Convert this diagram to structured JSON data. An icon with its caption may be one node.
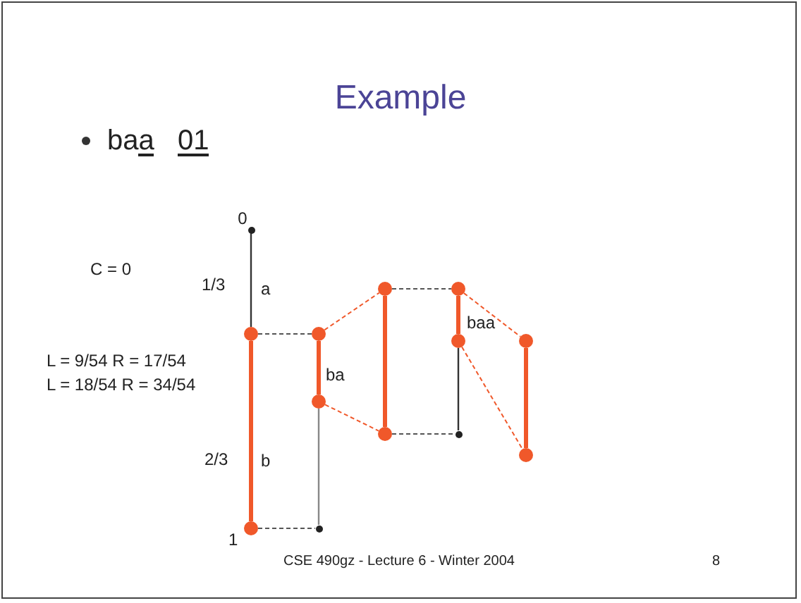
{
  "diagram": {
    "title": "Example",
    "nodes": [
      {
        "text": [],
        "shape": "circle"
      },
      {
        "text": [],
        "shape": "circle"
      },
      {
        "text": [],
        "shape": "circle"
      },
      {
        "text": [],
        "shape": "circle"
      },
      {
        "text": [],
        "shape": "circle"
      },
      {
        "text": [],
        "shape": "circle"
      },
      {
        "text": [],
        "shape": "circle"
      },
      {
        "text": [],
        "shape": "circle"
      },
      {
        "text": [],
        "shape": "circle"
      },
      {
        "text": [],
        "shape": "circle"
      },
      {
        "text": [],
        "shape": "circle"
      },
      {
        "text": [],
        "shape": "circle"
      },
      {
        "text": [],
        "shape": "circle"
      }
    ],
    "edges": [
      {
        "from": 0,
        "to": 1,
        "arrow": "none",
        "color": "#333333"
      },
      {
        "from": 1,
        "to": 2,
        "arrow": "none",
        "style": "thick"
      },
      {
        "from": 1,
        "to": 3,
        "arrow": "none",
        "style": "dashed",
        "color": "#555555"
      },
      {
        "from": 2,
        "to": 5,
        "arrow": "none",
        "style": "dashed",
        "color": "#555555"
      },
      {
        "from": 3,
        "to": 4,
        "arrow": "none",
        "style": "thick"
      },
      {
        "from": 4,
        "to": 5,
        "arrow": "none",
        "color": "#888888"
      },
      {
        "from": 3,
        "to": 6,
        "arrow": "none",
        "style": "dashed"
      },
      {
        "from": 4,
        "to": 7,
        "arrow": "none",
        "style": "dashed"
      },
      {
        "from": 6,
        "to": 7,
        "arrow": "none",
        "style": "thick"
      },
      {
        "from": 6,
        "to": 8,
        "arrow": "none",
        "style": "dashed",
        "color": "#555555"
      },
      {
        "from": 7,
        "to": 10,
        "arrow": "none",
        "style": "dashed",
        "color": "#555555"
      },
      {
        "from": 8,
        "to": 9,
        "arrow": "none",
        "style": "thick"
      },
      {
        "from": 9,
        "to": 10,
        "arrow": "none",
        "color": "#333333"
      },
      {
        "from": 8,
        "to": 11,
        "arrow": "none",
        "style": "dashed"
      },
      {
        "from": 9,
        "to": 12,
        "arrow": "none",
        "style": "dashed"
      },
      {
        "from": 11,
        "to": 12,
        "arrow": "none",
        "style": "thick"
      }
    ],
    "labels": [
      "baa 01",
      "0",
      "C = 0",
      "1/3",
      "a",
      "L = 9/54 R = 17/54",
      "L = 18/54 R = 34/54",
      "ba",
      "baa",
      "2/3",
      "b",
      "1",
      "CSE 490gz - Lecture 6 - Winter 2004",
      "8"
    ]
  }
}
